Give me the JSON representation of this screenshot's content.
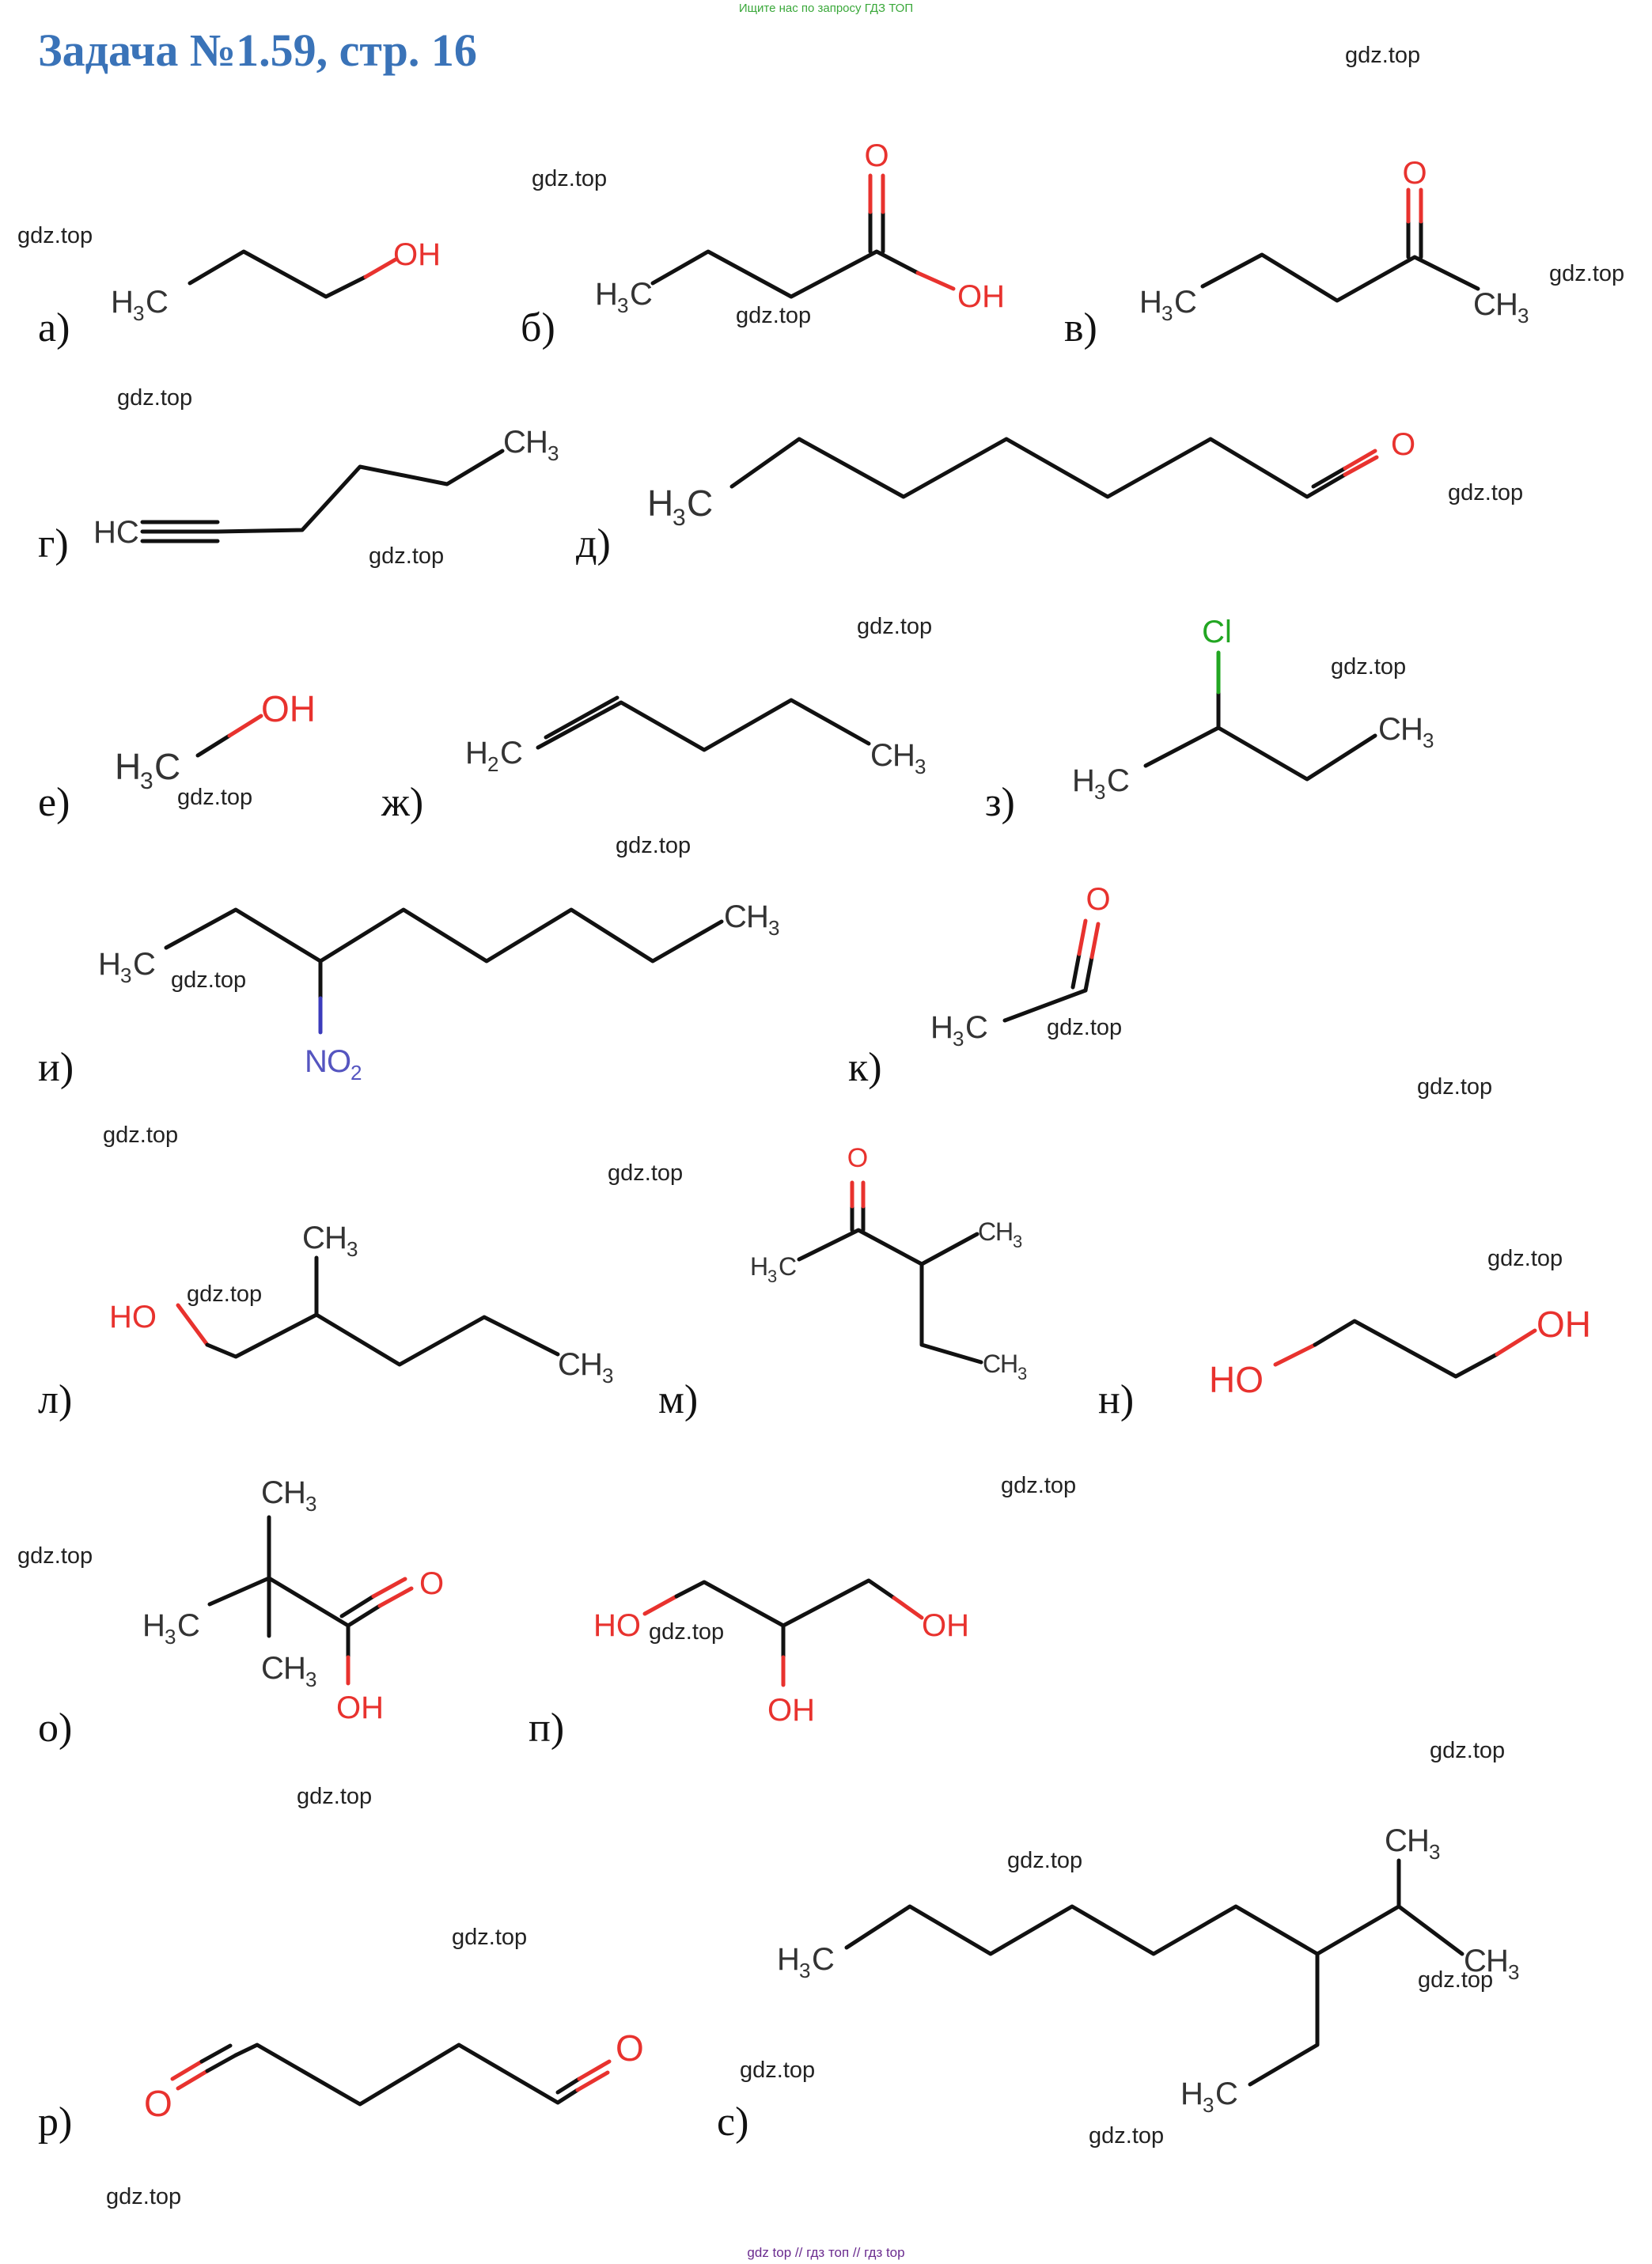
{
  "banner": "Ищите нас по запросу ГДЗ ТОП",
  "title": "Задача №1.59, стр. 16",
  "watermark": "gdz.top",
  "footer": "gdz top  //  гдз топ  //  гдз top",
  "labels": {
    "a": "а)",
    "b": "б)",
    "v": "в)",
    "g": "г)",
    "d": "д)",
    "e": "е)",
    "zh": "ж)",
    "z": "з)",
    "i": "и)",
    "k": "к)",
    "l": "л)",
    "m": "м)",
    "n": "н)",
    "o": "о)",
    "p": "п)",
    "r": "р)",
    "s": "с)"
  },
  "atoms": {
    "OH": "OH",
    "HO": "HO",
    "O": "O",
    "C": "C",
    "H": "H",
    "HC": "HC",
    "Cl": "Cl",
    "N": "N",
    "O2": "O",
    "sub2": "2",
    "sub3": "3"
  },
  "colors": {
    "title": "#3a73b8",
    "oxygen": "#e8322e",
    "chlorine": "#22a622",
    "nitrogen": "#3b3bbb",
    "banner": "#3aa83a"
  }
}
